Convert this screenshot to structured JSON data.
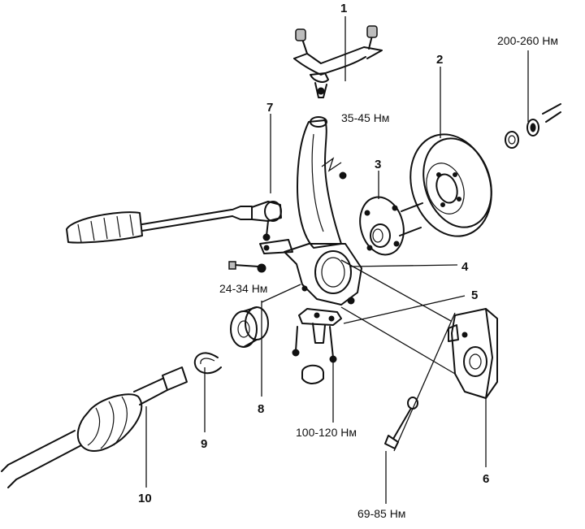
{
  "diagram": {
    "part_labels": [
      "1",
      "2",
      "3",
      "4",
      "5",
      "6",
      "7",
      "8",
      "9",
      "10"
    ],
    "torque_labels": {
      "upper": "35-45 Нм",
      "hub_nut": "200-260 Нм",
      "tie_rod": "24-34 Нм",
      "ball_joint": "100-120 Нм",
      "caliper": "69-85 Нм"
    }
  }
}
